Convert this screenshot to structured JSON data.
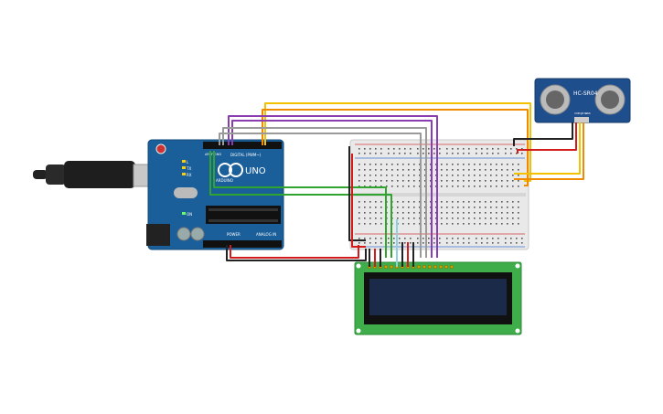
{
  "arduino": {
    "logo_text": "UNO",
    "brand": "ARDUINO",
    "digital_label": "DIGITAL (PWM~)",
    "power_label": "POWER",
    "analog_label": "ANALOG IN",
    "tx_label": "TX",
    "rx_label": "RX",
    "l_label": "L",
    "on_label": "ON",
    "aref_label": "AREF",
    "gnd_label": "GND"
  },
  "sensor": {
    "model_label": "HC-SR04",
    "pin_labels": [
      "VCC",
      "Trig",
      "Echo",
      "GND"
    ]
  },
  "lcd": {
    "pin_count": 16
  },
  "colors": {
    "board": "#1a5f99",
    "breadboard": "#e9e9e9",
    "lcd_pcb": "#3fae4a",
    "lcd_screen": "#1c2a4a",
    "sensor_pcb": "#1f4e8c",
    "wire_yellow": "#f2c200",
    "wire_orange": "#f08a00",
    "wire_purple": "#8a3db0",
    "wire_gray": "#9a9a9a",
    "wire_red": "#d21c1c",
    "wire_black": "#222222",
    "wire_green": "#2fa52f",
    "wire_lightblue": "#8fd0e0",
    "breadboard_red": "#d23c3c",
    "breadboard_blue": "#3c6fd2"
  }
}
